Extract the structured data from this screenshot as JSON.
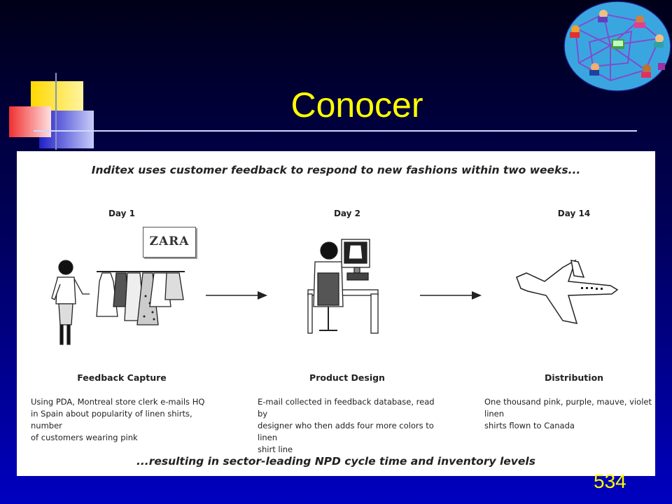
{
  "slide": {
    "title": "Conocer",
    "page_number": "534"
  },
  "figure": {
    "headline": "Inditex uses customer feedback to respond to new fashions within two weeks...",
    "footer": "...resulting in sector-leading NPD cycle time and inventory levels",
    "store_sign": "ZARA",
    "steps": [
      {
        "day": "Day 1",
        "stage": "Feedback Capture",
        "description": [
          "Using PDA, Montreal store clerk e-mails HQ",
          "in Spain about popularity of linen shirts, number",
          "of customers wearing pink"
        ]
      },
      {
        "day": "Day 2",
        "stage": "Product Design",
        "description": [
          "E-mail collected in feedback database, read by",
          "designer who then adds four more colors to linen",
          "shirt line"
        ]
      },
      {
        "day": "Day 14",
        "stage": "Distribution",
        "description": [
          "One thousand pink, purple, mauve, violet linen",
          "shirts flown to Canada"
        ]
      }
    ]
  },
  "colors": {
    "title": "#ffff00",
    "background_top": "#000018",
    "background_bottom": "#0000c0"
  }
}
